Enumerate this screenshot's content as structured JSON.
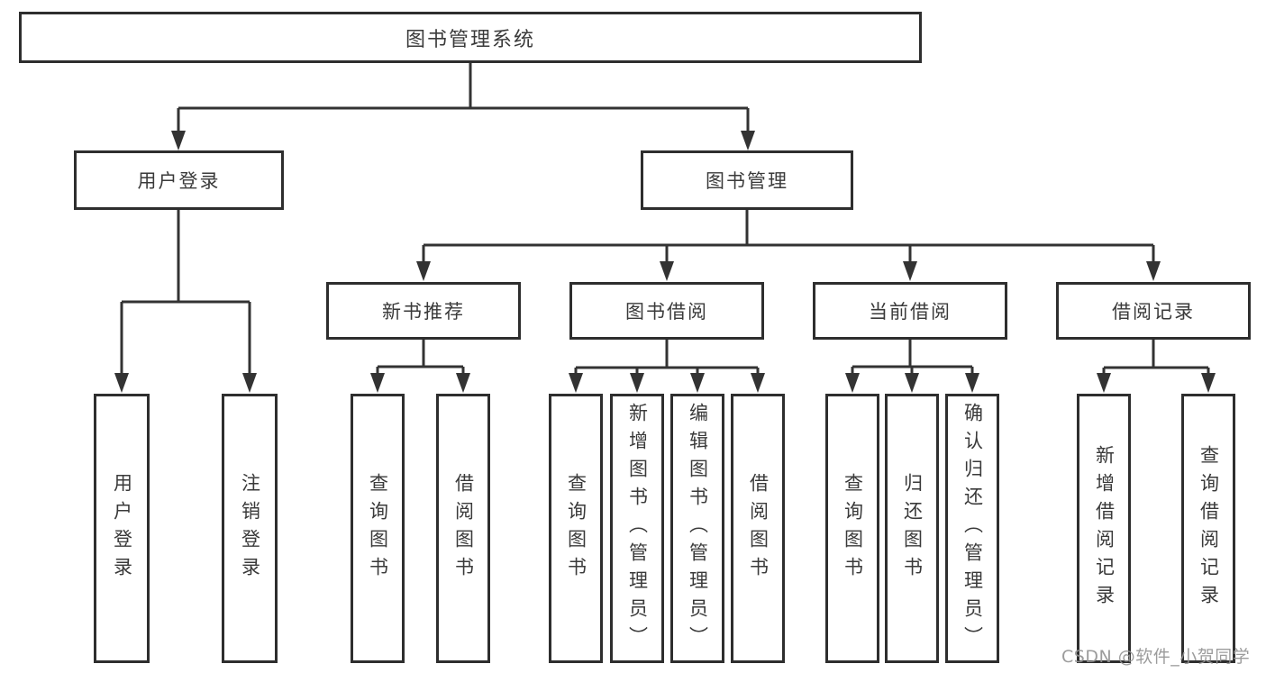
{
  "colors": {
    "line": "#333333",
    "box_border": "#2e2e2e",
    "text": "#3a3a3a",
    "background": "#ffffff",
    "watermark": "#949494"
  },
  "watermark": {
    "text": "CSDN @软件_小贺同学"
  },
  "tree": {
    "label": "图书管理系统",
    "children": [
      {
        "label": "用户登录",
        "children": [
          {
            "label": "用户登录"
          },
          {
            "label": "注销登录"
          }
        ]
      },
      {
        "label": "图书管理",
        "children": [
          {
            "label": "新书推荐",
            "children": [
              {
                "label": "查询图书"
              },
              {
                "label": "借阅图书"
              }
            ]
          },
          {
            "label": "图书借阅",
            "children": [
              {
                "label": "查询图书"
              },
              {
                "label": "新增图书（管理员）"
              },
              {
                "label": "编辑图书（管理员）"
              },
              {
                "label": "借阅图书"
              }
            ]
          },
          {
            "label": "当前借阅",
            "children": [
              {
                "label": "查询图书"
              },
              {
                "label": "归还图书"
              },
              {
                "label": "确认归还（管理员）"
              }
            ]
          },
          {
            "label": "借阅记录",
            "children": [
              {
                "label": "新增借阅记录"
              },
              {
                "label": "查询借阅记录"
              }
            ]
          }
        ]
      }
    ]
  }
}
